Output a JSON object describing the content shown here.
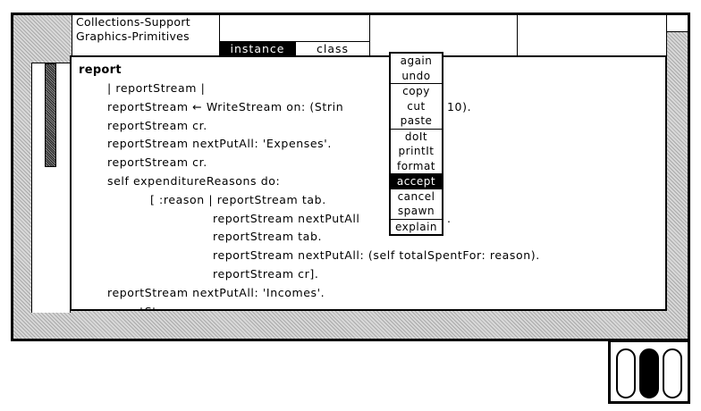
{
  "browser": {
    "categories": [
      "Collections-Support",
      "Graphics-Primitives"
    ],
    "switch": {
      "instance": "instance",
      "class": "class",
      "selected": "instance"
    },
    "method_title": "report",
    "code_lines": [
      {
        "indent": 1,
        "text": "| reportStream |"
      },
      {
        "indent": 1,
        "text": "reportStream ← WriteStream on: (Strin",
        "after_menu": "10)."
      },
      {
        "indent": 1,
        "text": "reportStream cr."
      },
      {
        "indent": 1,
        "text": "reportStream nextPutAll: 'Expenses'."
      },
      {
        "indent": 1,
        "text": "reportStream cr."
      },
      {
        "indent": 1,
        "text": "self expenditureReasons do:"
      },
      {
        "indent": 2,
        "text": "[ :reason | reportStream tab."
      },
      {
        "indent": 3,
        "text": "reportStream nextPutAll",
        "after_menu": "."
      },
      {
        "indent": 3,
        "text": "reportStream tab."
      },
      {
        "indent": 3,
        "text": "reportStream nextPutAll: (self totalSpentFor: reason)."
      },
      {
        "indent": 3,
        "text": "reportStream cr]."
      },
      {
        "indent": 1,
        "text": "reportStream nextPutAll: 'Incomes'."
      },
      {
        "indent": 1,
        "text": "reportStream cr."
      }
    ]
  },
  "menu": {
    "groups": [
      [
        "again",
        "undo"
      ],
      [
        "copy",
        "cut",
        "paste"
      ],
      [
        "doIt",
        "printIt",
        "format"
      ],
      [
        "accept",
        "cancel",
        "spawn"
      ],
      [
        "explain"
      ]
    ],
    "highlighted": "accept"
  },
  "mouse_indicator": {
    "buttons": [
      "left",
      "middle",
      "right"
    ],
    "pressed": "middle"
  }
}
